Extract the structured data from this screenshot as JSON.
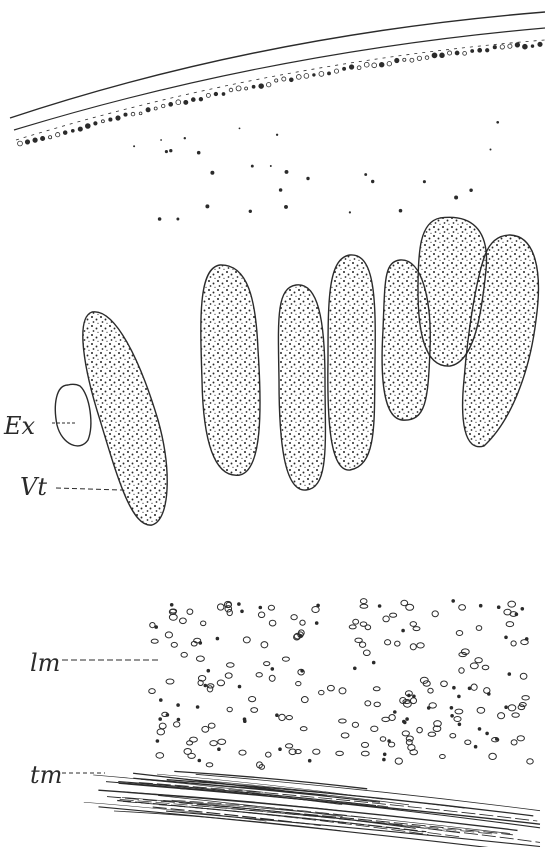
{
  "figure": {
    "ink_color": "#2b2b2b",
    "paper_color": "#ffffff"
  },
  "labels": {
    "ex": "Ex",
    "vt": "Vt",
    "lm": "lm",
    "tm": "tm"
  }
}
